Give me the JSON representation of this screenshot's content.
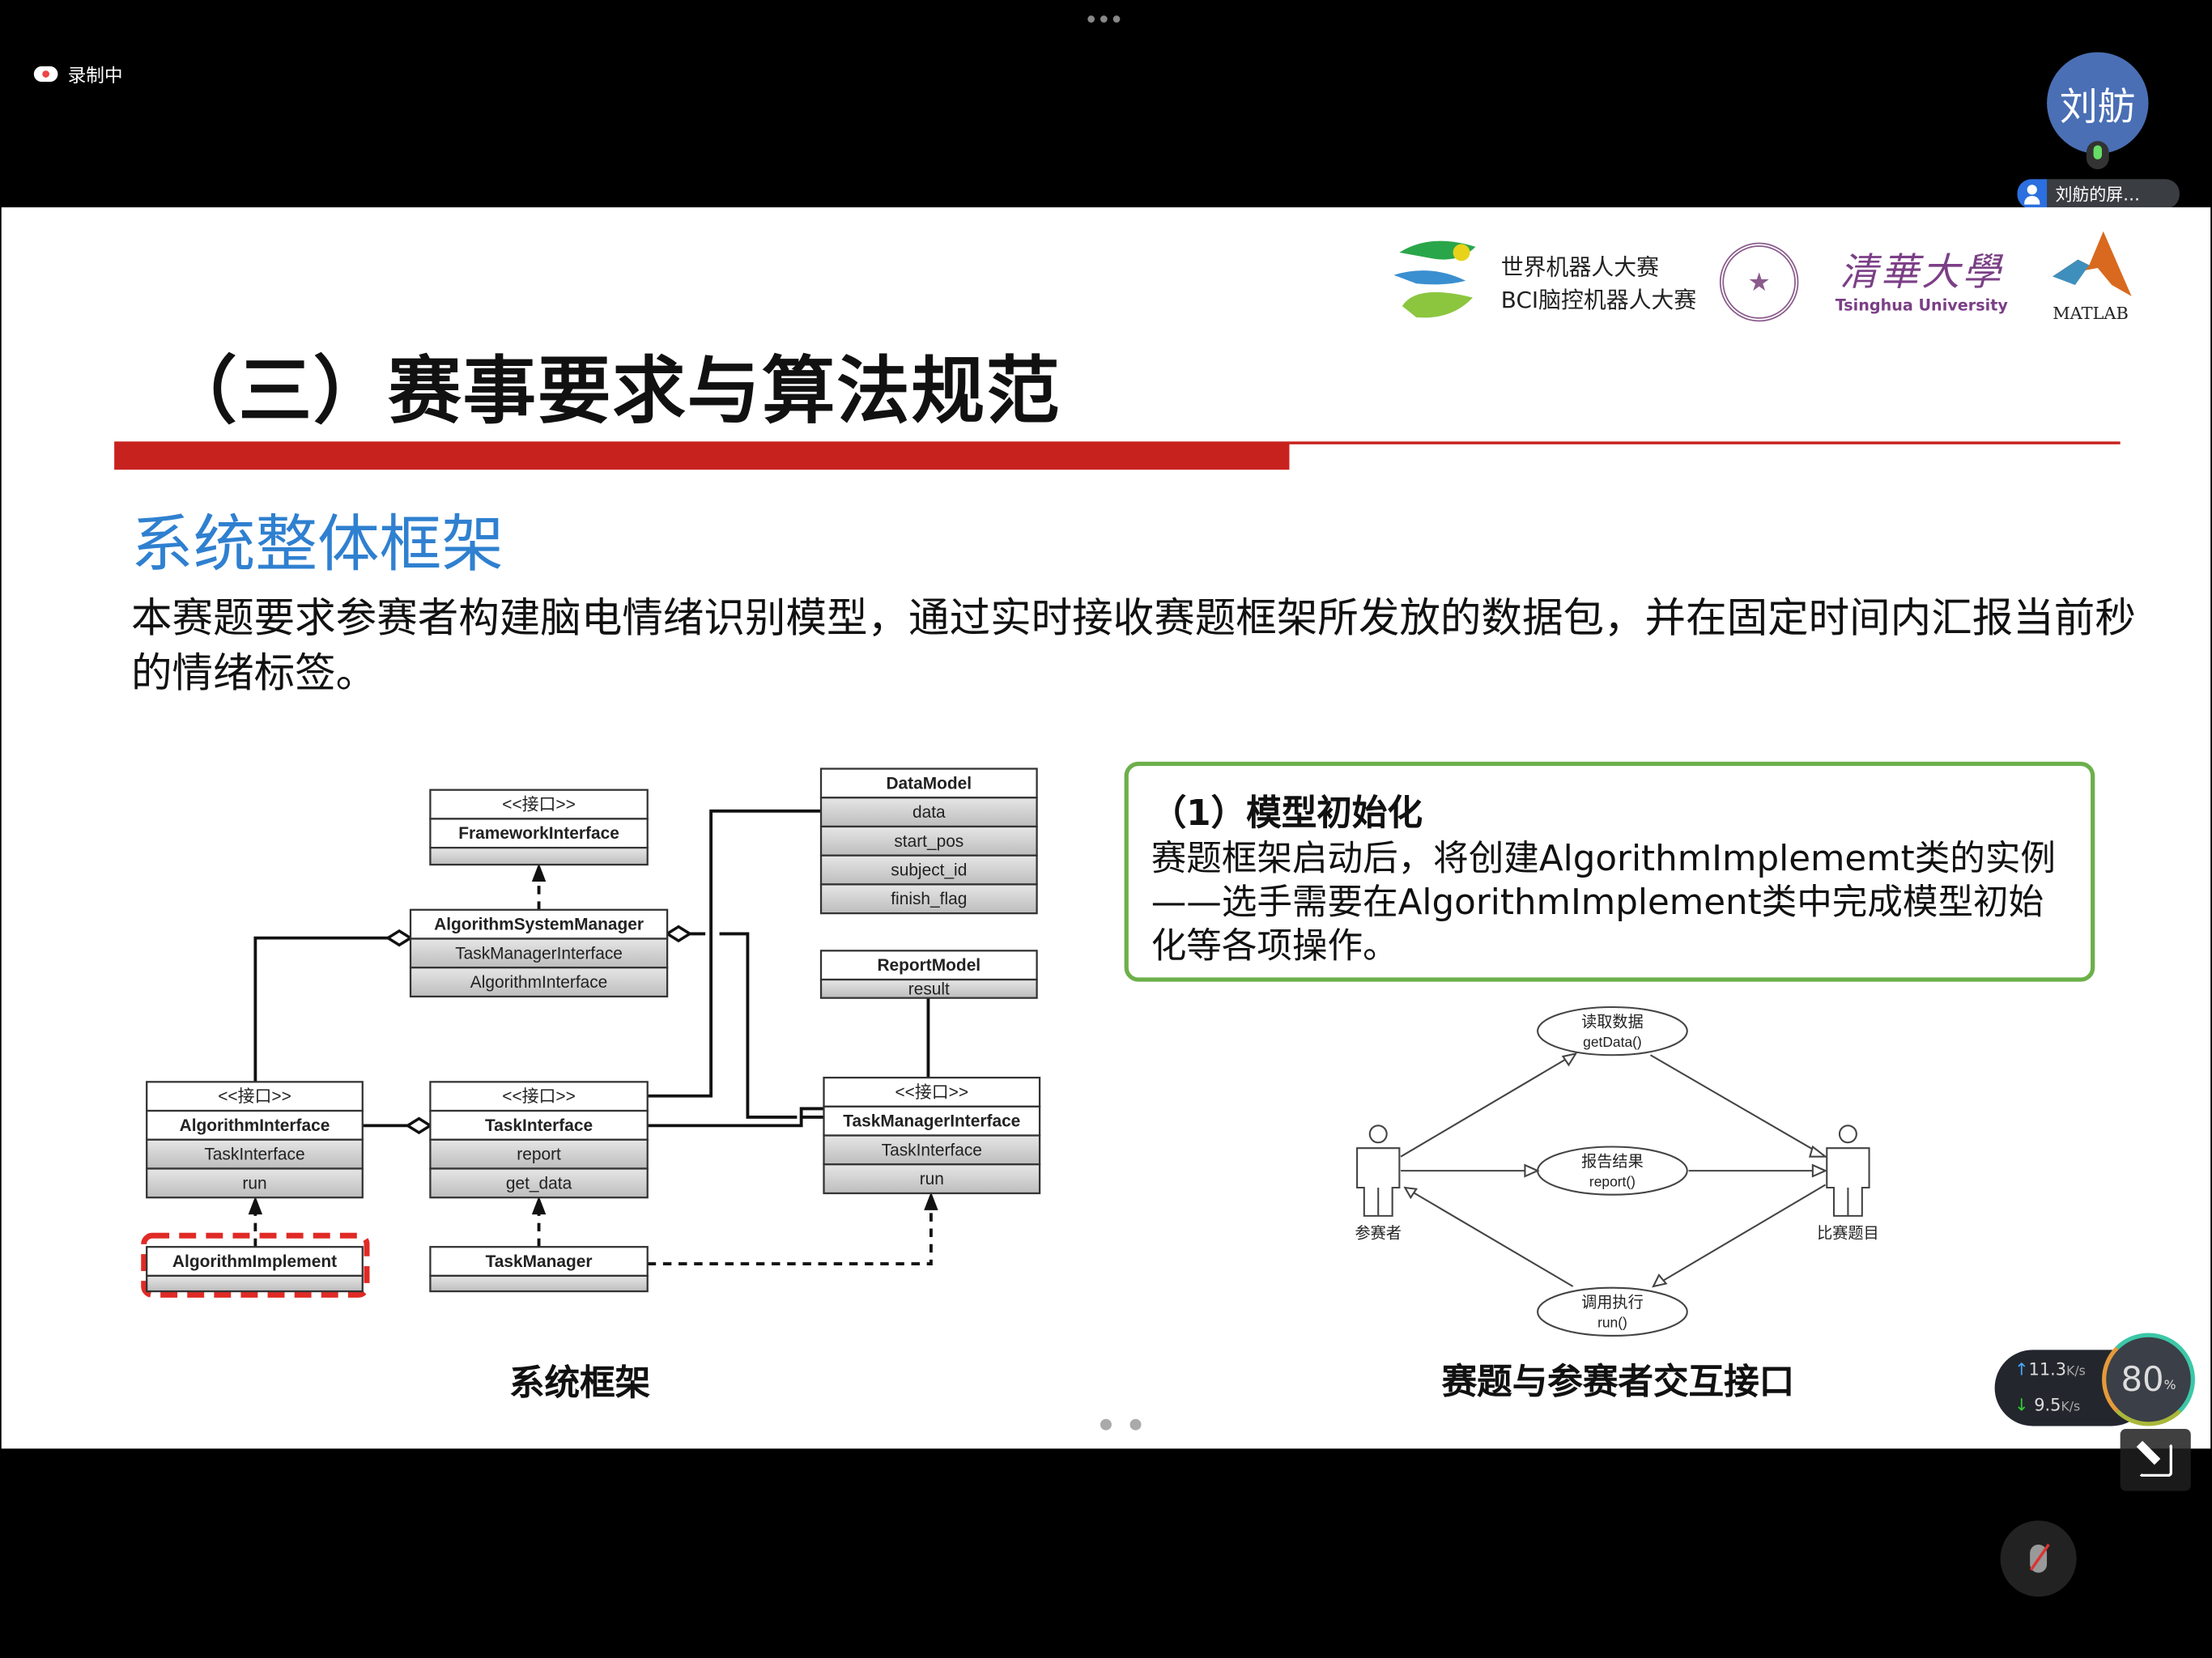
{
  "meeting": {
    "recording_label": "录制中",
    "avatar_name": "刘舫",
    "share_tag": "刘舫的屏…",
    "net_up": "11.3",
    "net_down": "9.5",
    "net_unit": "K/s",
    "cpu_percent": "80",
    "cpu_unit": "%"
  },
  "slide": {
    "logos": {
      "wrc_line1": "世界机器人大赛",
      "wrc_line2": "BCI脑控机器人大赛",
      "tsinghua_cn": "清華大學",
      "tsinghua_en": "Tsinghua University",
      "matlab": "MATLAB"
    },
    "title": "（三）赛事要求与算法规范",
    "subheading": "系统整体框架",
    "paragraph": "本赛题要求参赛者构建脑电情绪识别模型，通过实时接收赛题框架所发放的数据包，并在固定时间内汇报当前秒的情绪标签。",
    "callout": {
      "heading": "（1）模型初始化",
      "body": "赛题框架启动后，将创建AlgorithmImplememt类的实例——选手需要在AlgorithmImplement类中完成模型初始化等各项操作。"
    },
    "uml": {
      "stereotype": "<<接口>>",
      "framework_interface": "FrameworkInterface",
      "asm": {
        "name": "AlgorithmSystemManager",
        "fields": [
          "TaskManagerInterface",
          "AlgorithmInterface"
        ]
      },
      "data_model": {
        "name": "DataModel",
        "fields": [
          "data",
          "start_pos",
          "subject_id",
          "finish_flag"
        ]
      },
      "report_model": {
        "name": "ReportModel",
        "fields": [
          "result"
        ]
      },
      "algorithm_interface": {
        "name": "AlgorithmInterface",
        "fields": [
          "TaskInterface",
          "run"
        ]
      },
      "task_interface": {
        "name": "TaskInterface",
        "fields": [
          "report",
          "get_data"
        ]
      },
      "task_manager_interface": {
        "name": "TaskManagerInterface",
        "fields": [
          "TaskInterface",
          "run"
        ]
      },
      "algorithm_implement": "AlgorithmImplement",
      "task_manager": "TaskManager"
    },
    "usecase": {
      "actor_left": "参赛者",
      "actor_right": "比赛题目",
      "uc1": {
        "cn": "读取数据",
        "fn": "getData()"
      },
      "uc2": {
        "cn": "报告结果",
        "fn": "report()"
      },
      "uc3": {
        "cn": "调用执行",
        "fn": "run()"
      }
    },
    "caption_left": "系统框架",
    "caption_right": "赛题与参赛者交互接口"
  }
}
